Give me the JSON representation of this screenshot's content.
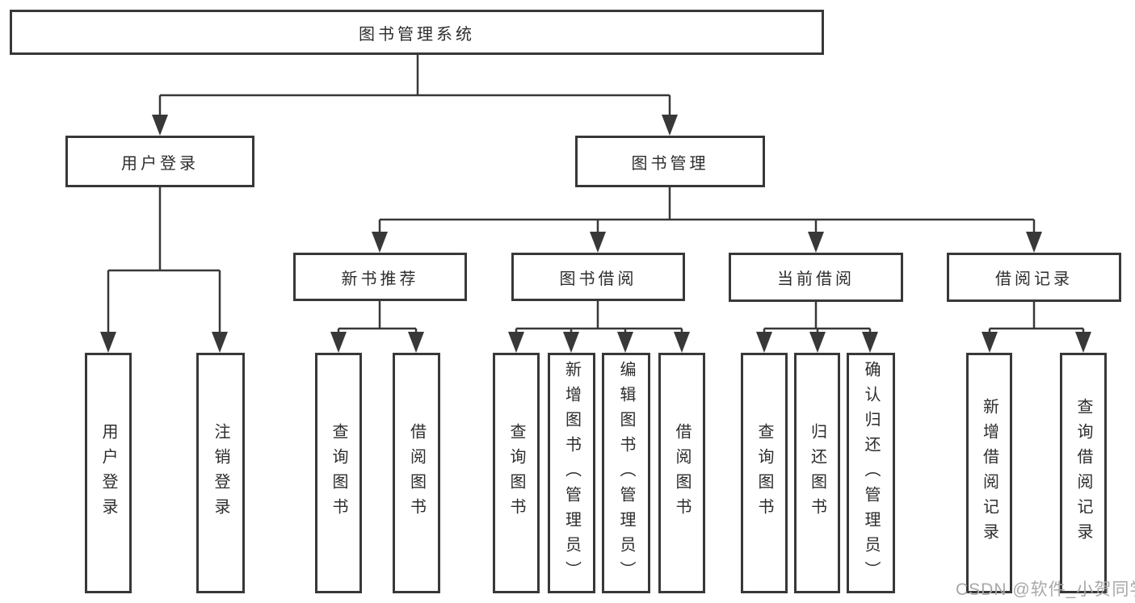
{
  "nodes": {
    "root": "图书管理系统",
    "login_group": "用户登录",
    "book_management": "图书管理",
    "new_book_recommend": "新书推荐",
    "book_borrowing": "图书借阅",
    "current_borrowing": "当前借阅",
    "borrowing_records": "借阅记录",
    "leaf_user_login": "用户登录",
    "leaf_logout": "注销登录",
    "leaf_nbr_query": "查询图书",
    "leaf_nbr_borrow": "借阅图书",
    "leaf_bb_query": "查询图书",
    "leaf_bb_add": "新增图书（管理员）",
    "leaf_bb_edit": "编辑图书（管理员）",
    "leaf_bb_borrow": "借阅图书",
    "leaf_cb_query": "查询图书",
    "leaf_cb_return": "归还图书",
    "leaf_cb_confirm": "确认归还（管理员）",
    "leaf_br_add": "新增借阅记录",
    "leaf_br_query": "查询借阅记录"
  },
  "watermark": {
    "text": "CSDN @软件_小贺同学"
  },
  "colors": {
    "line": "#383838",
    "text": "#2d2d2d",
    "watermark": "#a8a8a8",
    "background": "#ffffff"
  }
}
